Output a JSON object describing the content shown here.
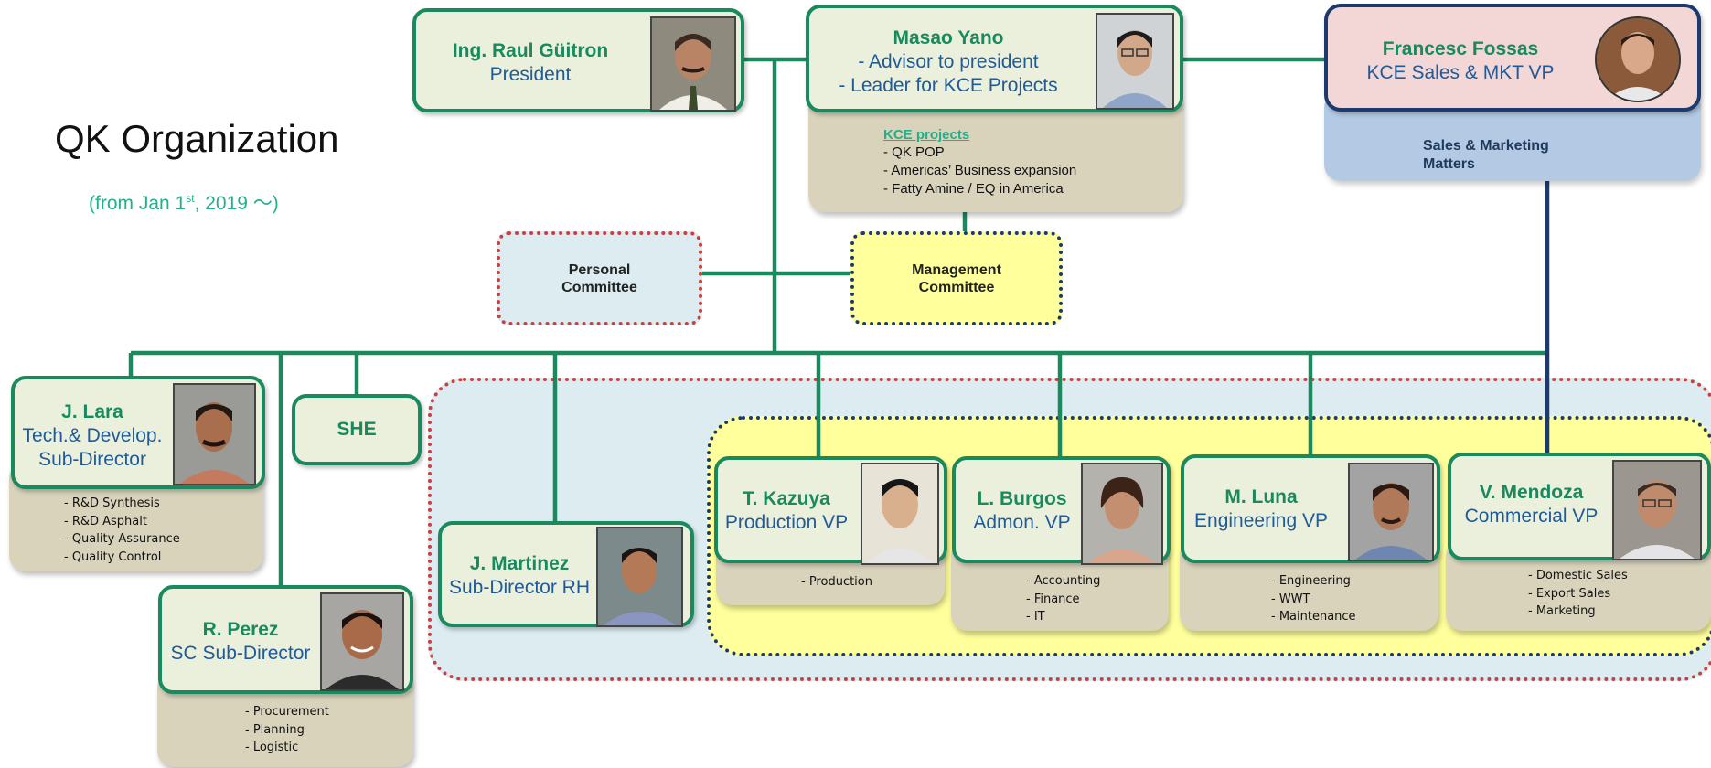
{
  "page": {
    "title": "QK Organization",
    "subtitle_prefix": "(from Jan 1",
    "subtitle_sup": "st",
    "subtitle_suffix": ", 2019 ～)"
  },
  "colors": {
    "green": "#1a8a5e",
    "navy": "#1d3a6e",
    "red_dots": "#c84040",
    "card_bg": "#eaf0dc",
    "tray_bg": "#d9d3bc",
    "pink": "#f3d7d6",
    "blue_tray": "#b3c9e4",
    "light_blue": "#dcecf1",
    "yellow": "#ffff9c"
  },
  "president": {
    "name": "Ing. Raul Güitron",
    "role": "President"
  },
  "advisor": {
    "name": "Masao Yano",
    "role_1": "- Advisor to president",
    "role_2": "- Leader for KCE Projects",
    "projects_heading": "KCE projects",
    "projects": [
      "- QK POP",
      "- Americas’ Business expansion",
      "- Fatty Amine / EQ in America"
    ]
  },
  "sales_vp": {
    "name": "Francesc Fossas",
    "role": "KCE Sales & MKT VP",
    "matters_1": "Sales & Marketing",
    "matters_2": "Matters"
  },
  "personal_committee": {
    "line_1": "Personal",
    "line_2": "Committee"
  },
  "management_committee": {
    "line_1": "Management",
    "line_2": "Committee"
  },
  "lara": {
    "name": "J. Lara",
    "role_1": "Tech.& Develop.",
    "role_2": "Sub-Director",
    "duties": [
      "- R&D Synthesis",
      "- R&D Asphalt",
      "- Quality Assurance",
      "- Quality Control"
    ]
  },
  "she": {
    "label": "SHE"
  },
  "perez": {
    "name": "R. Perez",
    "role": "SC Sub-Director",
    "duties": [
      "- Procurement",
      "- Planning",
      "- Logistic"
    ]
  },
  "martinez": {
    "name": "J. Martinez",
    "role": "Sub-Director RH"
  },
  "kazuya": {
    "name": "T. Kazuya",
    "role": "Production VP",
    "duties": [
      "- Production"
    ]
  },
  "burgos": {
    "name": "L. Burgos",
    "role": "Admon. VP",
    "duties": [
      "- Accounting",
      "- Finance",
      "- IT"
    ]
  },
  "luna": {
    "name": "M. Luna",
    "role": "Engineering VP",
    "duties": [
      "- Engineering",
      "- WWT",
      "- Maintenance"
    ]
  },
  "mendoza": {
    "name": "V. Mendoza",
    "role": "Commercial VP",
    "duties": [
      "- Domestic Sales",
      "- Export Sales",
      "- Marketing"
    ]
  }
}
